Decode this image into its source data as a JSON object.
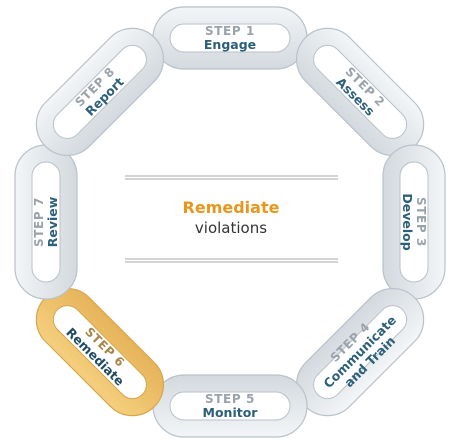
{
  "center": {
    "title": "Remediate",
    "subtitle": "violations"
  },
  "steps": [
    {
      "num": "STEP 1",
      "name": [
        "Engage"
      ]
    },
    {
      "num": "STEP 2",
      "name": [
        "Assess"
      ]
    },
    {
      "num": "STEP 3",
      "name": [
        "Develop"
      ]
    },
    {
      "num": "STEP 4",
      "name": [
        "Communicate",
        "and Train"
      ]
    },
    {
      "num": "STEP 5",
      "name": [
        "Monitor"
      ]
    },
    {
      "num": "STEP 6",
      "name": [
        "Remediate"
      ]
    },
    {
      "num": "STEP 7",
      "name": [
        "Review"
      ]
    },
    {
      "num": "STEP 8",
      "name": [
        "Report"
      ]
    }
  ],
  "active_step": 6,
  "colors": {
    "link_fill": "#e4e8ec",
    "link_stroke": "#b9c2ca",
    "active_fill": "#efc46c",
    "active_stroke": "#d7a64a",
    "step_num": "#9aa3ab",
    "step_name": "#2c5f7a",
    "center_title": "#e8961e"
  }
}
